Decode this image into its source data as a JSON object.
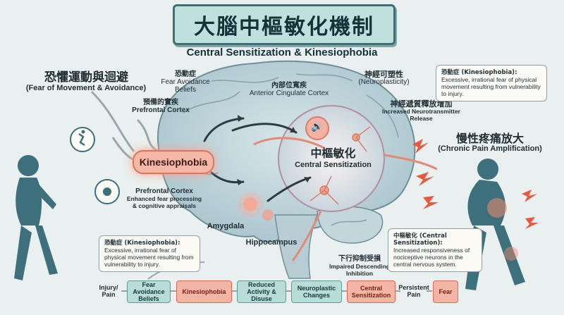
{
  "title": "大腦中樞敏化機制",
  "subtitle": "Central Sensitization & Kinesiophobia",
  "fear_movement": {
    "zh": "恐懼運動與迴避",
    "en": "(Fear of Movement & Avoidance)"
  },
  "brain_labels": {
    "fear_beliefs": {
      "zh": "恐動症",
      "en": "Fear Avoidance Beliefs"
    },
    "prefrontal_top": {
      "zh": "預備的實疾",
      "en": "Prefrontal Cortex"
    },
    "acc": {
      "zh": "內部位寬疾",
      "en": "Anterior Cingulate Cortex"
    },
    "neuroplasticity": {
      "zh": "神經可塑性",
      "en": "(Neuroplasticity)"
    },
    "neurotransmitter": {
      "zh": "神經遞質釋放增加",
      "en": "Increased Neurotransmitter Release"
    },
    "central": {
      "zh": "中樞敏化",
      "en": "Central Sensitization"
    },
    "kinesiophobia": "Kinesiophobia",
    "prefrontal_bottom": {
      "title": "Prefrontal Cortex",
      "desc": "Enhanced fear processing & cognitive appraisals"
    },
    "amygdala": "Amygdala",
    "hippocampus": "Hippocampus",
    "descending": {
      "zh": "下行抑制受損",
      "en": "Impaired Descending Inhibition"
    }
  },
  "chronic_pain": {
    "zh": "慢性疼痛放大",
    "en": "(Chronic Pain Amplification)"
  },
  "info_top_right": {
    "title": "恐動症 (Kinesiophobia):",
    "text": "Excessive, irrational fear of physical movement resulting from vulnerability to injury."
  },
  "info_bottom_left": {
    "title": "恐動症 (Kinesiophobia):",
    "text": "Excessive, irrational fear of physical movement resulting from vulnerability to injury."
  },
  "info_bottom_right": {
    "title": "中樞敏化 (Central Sensitization):",
    "text": "Increased responsiveness of nociceptive neurons in the central nervous system."
  },
  "flow": [
    "Injury/ Pain",
    "Fear Avoidance Beliefs",
    "Kinesiophobia",
    "Reduced Activity & Disuse",
    "Neuroplastic Changes",
    "Central Sensitization",
    "Persistent Pain",
    "Fear"
  ],
  "colors": {
    "teal": "#5e9b9b",
    "accent_red": "#e0735a",
    "background": "#e9f0ef"
  }
}
